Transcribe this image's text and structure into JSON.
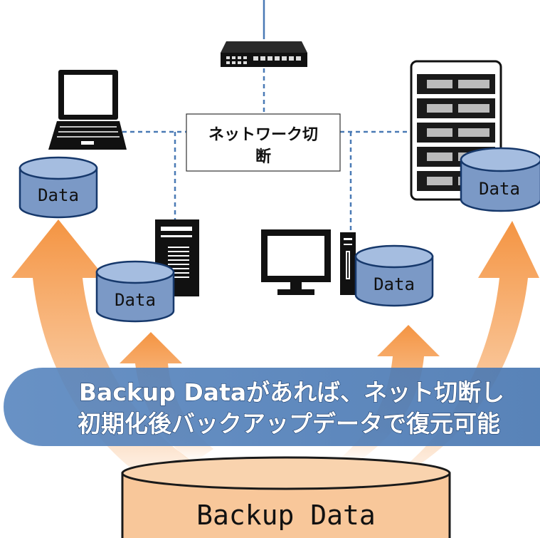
{
  "network": {
    "label_line1": "ネットワーク切",
    "label_line2": "断"
  },
  "data_labels": {
    "laptop": "Data",
    "tower": "Data",
    "desktop": "Data",
    "server": "Data"
  },
  "banner": {
    "line1": "Backup Dataがあれば、ネット切断し",
    "line2": "初期化後バックアップデータで復元可能"
  },
  "backup": {
    "label": "Backup Data"
  },
  "colors": {
    "cylinder_fill": "#7b99c6",
    "cylinder_stroke": "#16386b",
    "network_line": "#4a7ab5",
    "banner_fill": "#4f7fb8",
    "arrow_fill": "#f6a35a",
    "backup_fill": "#f8c79a",
    "backup_stroke": "#1a1a1a"
  }
}
